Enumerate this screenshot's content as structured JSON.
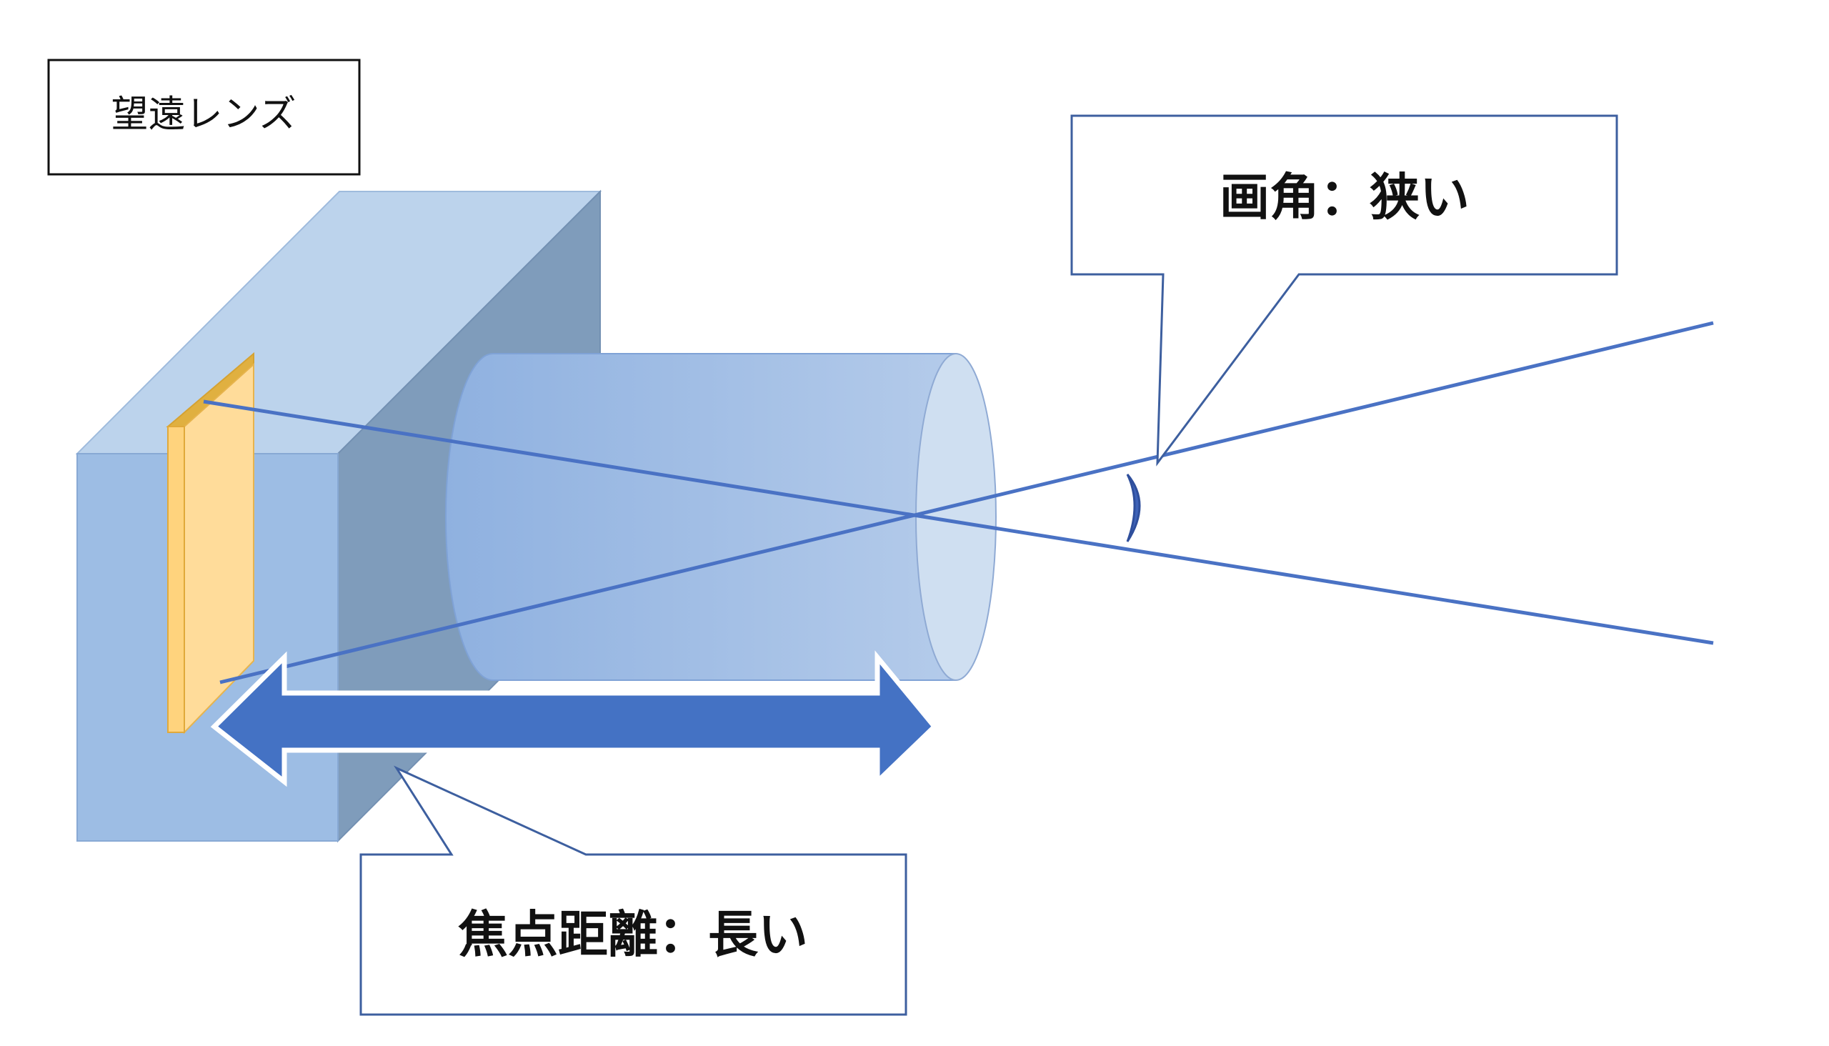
{
  "title_box": {
    "text": "望遠レンズ"
  },
  "angle_callout": {
    "text": "画角：狭い"
  },
  "focal_callout": {
    "text": "焦点距離：長い"
  },
  "colors": {
    "body_front": "#9dbde4",
    "body_top": "#bcd3ec",
    "body_side": "#7f9cbb",
    "lens_barrel": "#a3c0e6",
    "lens_face": "#cfdff1",
    "sensor_front": "#ffdc9a",
    "sensor_edge": "#e0b040",
    "ray_line": "#4a72c4",
    "arrow_fill": "#4472c4",
    "callout_stroke": "#3d5f9f",
    "title_stroke": "#111111"
  },
  "icons": [
    "camera-body-shape",
    "lens-barrel-shape",
    "image-sensor-shape",
    "double-arrow-shape",
    "angle-arc-shape"
  ]
}
